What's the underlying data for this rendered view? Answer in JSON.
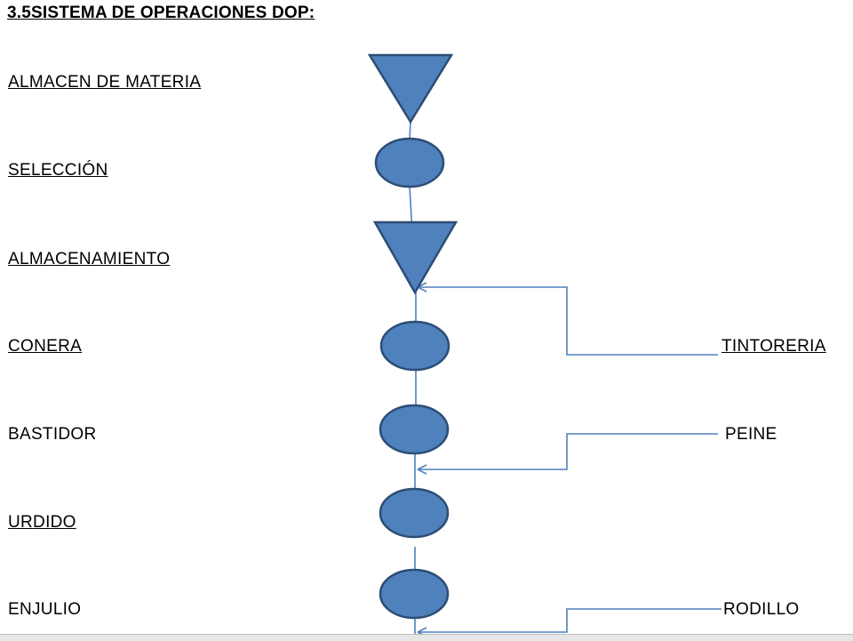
{
  "title": "3.5SISTEMA DE OPERACIONES DOP:",
  "steps": [
    {
      "label": "ALMACEN DE MATERIA",
      "symbol": "storage",
      "underlined": true
    },
    {
      "label": "SELECCIÓN",
      "symbol": "operation",
      "underlined": true
    },
    {
      "label": "ALMACENAMIENTO",
      "symbol": "storage",
      "underlined": true
    },
    {
      "label": "CONERA",
      "symbol": "operation",
      "underlined": true
    },
    {
      "label": "BASTIDOR",
      "symbol": "operation",
      "underlined": false
    },
    {
      "label": "URDIDO",
      "symbol": "operation",
      "underlined": true
    },
    {
      "label": "ENJULIO",
      "symbol": "operation",
      "underlined": false
    }
  ],
  "inputs": [
    {
      "label": "TINTORERIA",
      "underlined": true
    },
    {
      "label": "PEINE",
      "underlined": false
    },
    {
      "label": "RODILLO",
      "underlined": false
    }
  ],
  "colors": {
    "symbol_fill": "#4f81bd",
    "symbol_stroke": "#2c4d75",
    "connector": "#4f81bd"
  }
}
